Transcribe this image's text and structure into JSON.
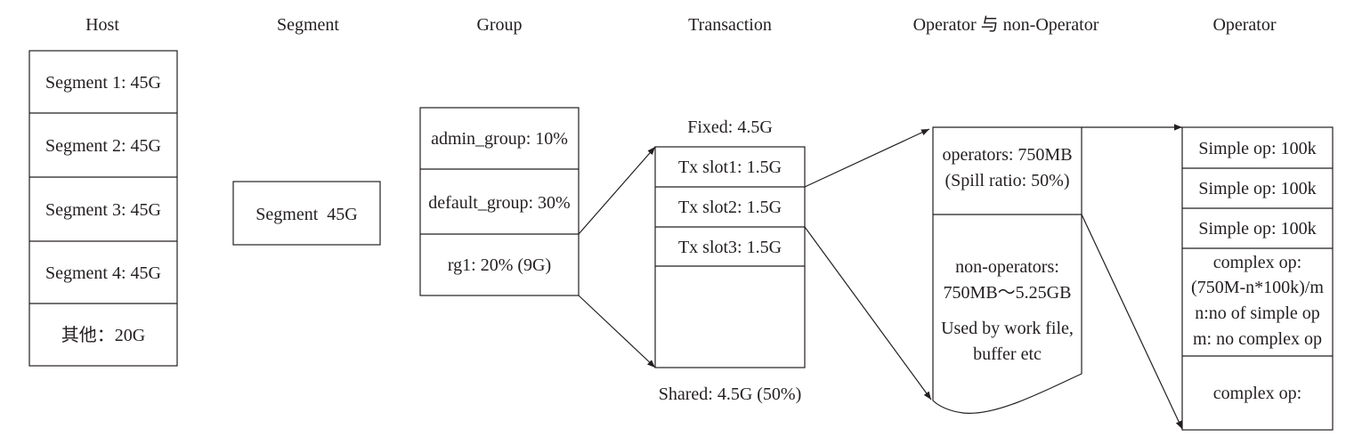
{
  "headers": {
    "host": "Host",
    "segment": "Segment",
    "group": "Group",
    "transaction": "Transaction",
    "op_nonop": "Operator 与 non-Operator",
    "operator": "Operator"
  },
  "host": {
    "items": [
      "Segment 1: 45G",
      "Segment 2: 45G",
      "Segment 3: 45G",
      "Segment 4: 45G",
      "其他：20G"
    ]
  },
  "segment": {
    "label": "Segment  45G"
  },
  "group": {
    "items": [
      "admin_group: 10%",
      "default_group: 30%",
      "rg1: 20% (9G)"
    ]
  },
  "transaction": {
    "fixed_label": "Fixed: 4.5G",
    "slots": [
      "Tx slot1: 1.5G",
      "Tx slot2: 1.5G",
      "Tx slot3: 1.5G"
    ],
    "shared_label": "Shared: 4.5G (50%)"
  },
  "op_nonop": {
    "operators": [
      "operators: 750MB",
      "(Spill ratio: 50%)"
    ],
    "non_operators": [
      "non-operators:",
      "750MB～5.25GB",
      "Used by work file,",
      "buffer etc"
    ]
  },
  "operator": {
    "simple": [
      "Simple op: 100k",
      "Simple op: 100k",
      "Simple op: 100k"
    ],
    "complex_lines": [
      "complex op:",
      "(750M-n*100k)/m",
      "n:no of simple op",
      "m: no complex op"
    ],
    "complex_last": "complex op:"
  },
  "colors": {
    "stroke": "#231f20",
    "background": "#ffffff"
  }
}
